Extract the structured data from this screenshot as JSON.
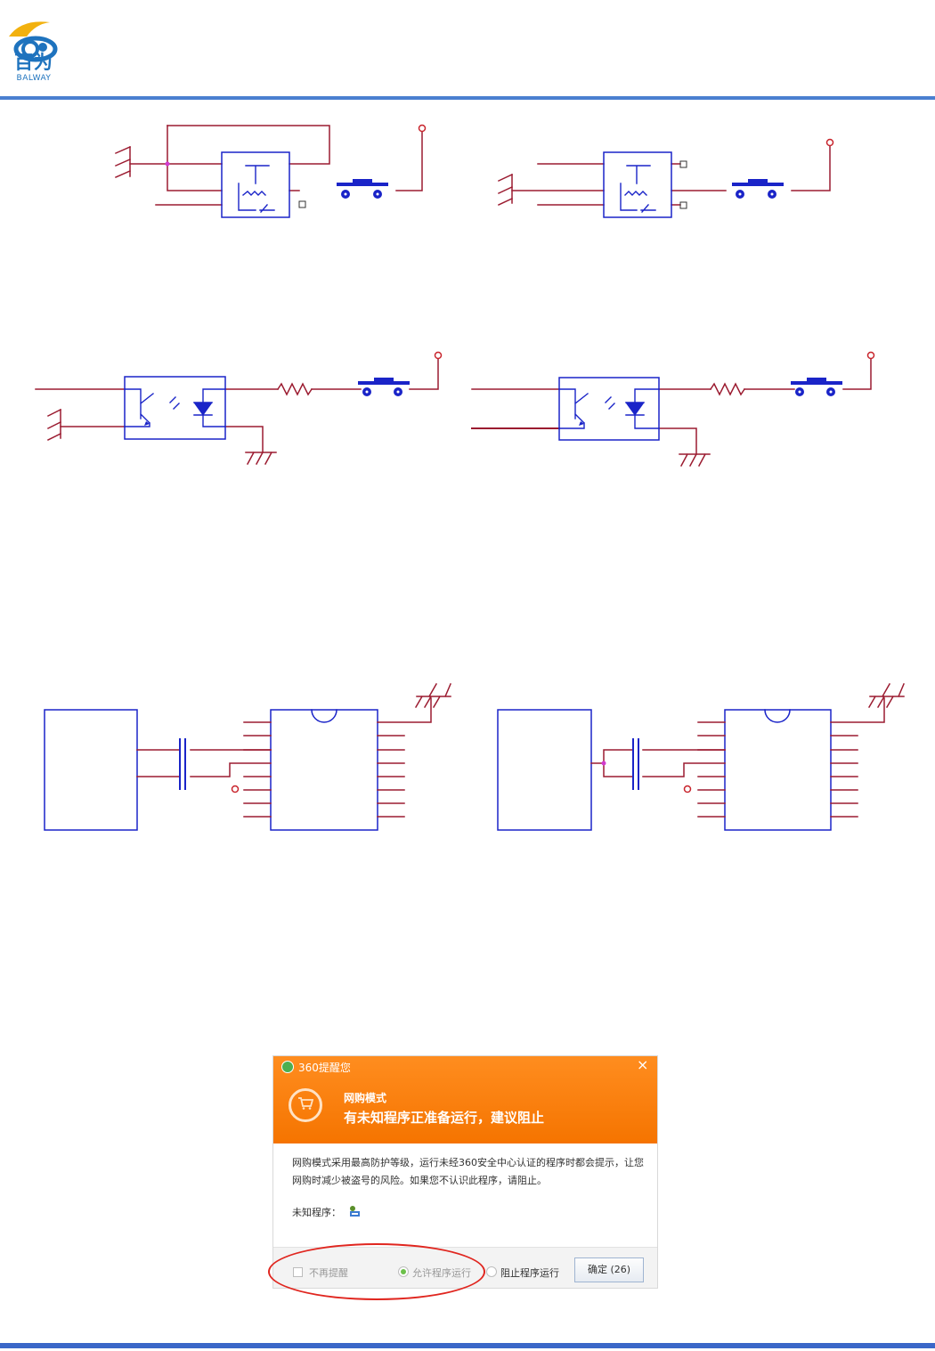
{
  "header": {
    "logo_cn": "百为",
    "logo_en": "BALWAY",
    "colors": {
      "brand": "#1e73be",
      "rule": "#4a7fd0",
      "wire": "#9b1b30",
      "component": "#1a24c8"
    }
  },
  "dialog": {
    "title": "360提醒您",
    "close": "×",
    "mode": "网购模式",
    "headline": "有未知程序正准备运行，建议阻止",
    "body": "网购模式采用最高防护等级，运行未经360安全中心认证的程序时都会提示，让您网购时减少被盗号的风险。如果您不认识此程序，请阻止。",
    "unknown_label": "未知程序：",
    "options": {
      "dont_remind": "不再提醒",
      "allow": "允许程序运行",
      "block": "阻止程序运行"
    },
    "ok_button": "确定 (26)",
    "icons": [
      "shield-icon",
      "cart-icon",
      "program-icon",
      "close-icon"
    ]
  }
}
